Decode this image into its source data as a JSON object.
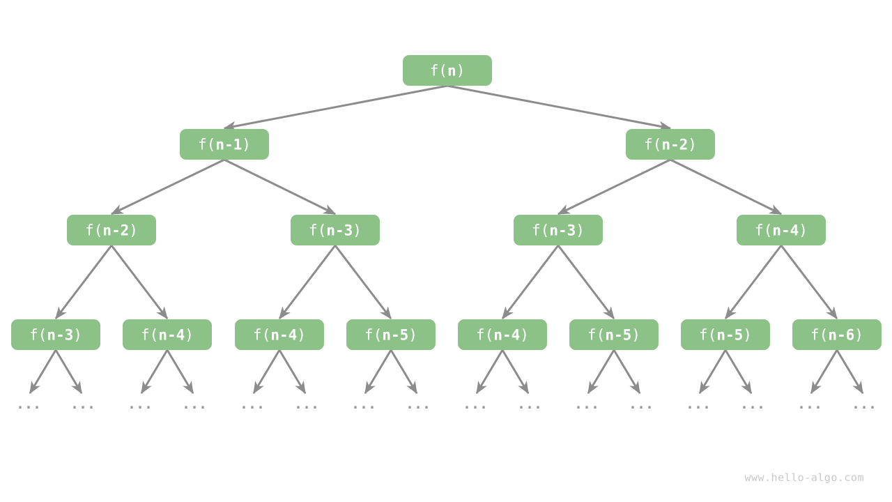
{
  "colors": {
    "background": "#ffffff",
    "node_fill": "#8cc287",
    "node_text": "#ffffff",
    "edge": "#8c8c8c",
    "ellipsis": "#999999",
    "watermark": "#c9c9c9"
  },
  "watermark": "www.hello-algo.com",
  "tree": {
    "type": "recursion-tree",
    "label_prefix": "f(",
    "label_suffix": ")",
    "levels": [
      {
        "nodes": [
          {
            "label": "f(n)",
            "arg": "n"
          }
        ]
      },
      {
        "nodes": [
          {
            "label": "f(n-1)",
            "arg": "n-1"
          },
          {
            "label": "f(n-2)",
            "arg": "n-2"
          }
        ]
      },
      {
        "nodes": [
          {
            "label": "f(n-2)",
            "arg": "n-2"
          },
          {
            "label": "f(n-3)",
            "arg": "n-3"
          },
          {
            "label": "f(n-3)",
            "arg": "n-3"
          },
          {
            "label": "f(n-4)",
            "arg": "n-4"
          }
        ]
      },
      {
        "nodes": [
          {
            "label": "f(n-3)",
            "arg": "n-3"
          },
          {
            "label": "f(n-4)",
            "arg": "n-4"
          },
          {
            "label": "f(n-4)",
            "arg": "n-4"
          },
          {
            "label": "f(n-5)",
            "arg": "n-5"
          },
          {
            "label": "f(n-4)",
            "arg": "n-4"
          },
          {
            "label": "f(n-5)",
            "arg": "n-5"
          },
          {
            "label": "f(n-5)",
            "arg": "n-5"
          },
          {
            "label": "f(n-6)",
            "arg": "n-6"
          }
        ]
      }
    ],
    "edges_rule": "each node has two children; every level-4 node points to two ellipsis leaves",
    "ellipsis_text": "..."
  }
}
